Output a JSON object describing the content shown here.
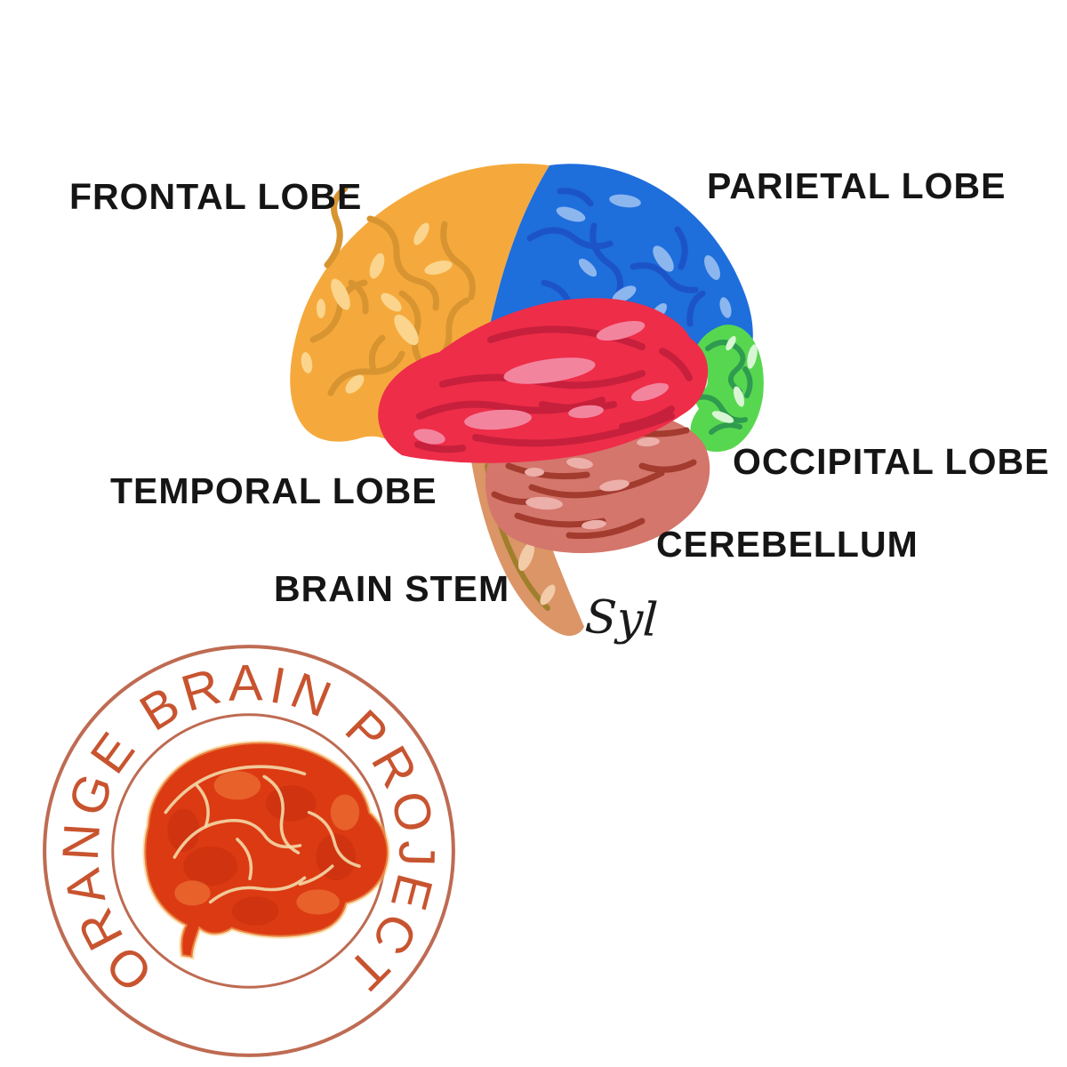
{
  "title": "Brain lobes diagram",
  "labels": {
    "frontal": "FRONTAL LOBE",
    "parietal": "PARIETAL LOBE",
    "temporal": "TEMPORAL LOBE",
    "occipital": "OCCIPITAL LOBE",
    "cerebellum": "CEREBELLUM",
    "brain_stem": "BRAIN STEM"
  },
  "signature": "Syl",
  "colors": {
    "label_text": "#151515",
    "frontal": "#F5A93C",
    "frontal_line": "#D89430",
    "frontal_light": "#FBD58D",
    "parietal": "#1E6EDC",
    "parietal_line": "#1C54C8",
    "parietal_light": "#8CB6EE",
    "temporal": "#EE2D49",
    "temporal_line": "#C7203C",
    "temporal_light": "#F3849E",
    "occipital": "#57D750",
    "occipital_line": "#2E9B4F",
    "occipital_light": "#D9F6D4",
    "cerebellum": "#D4766C",
    "cerebellum_line": "#A33B2F",
    "cerebellum_light": "#ECAFA9",
    "brain_stem": "#DB9566",
    "brain_stem_line": "#A07F2C",
    "brain_stem_light": "#F2CBA9"
  },
  "logo": {
    "ring_text": "ORANGE BRAIN PROJECT",
    "ring_color": "#BE6B52",
    "text_color": "#C8542F",
    "brain_fill": "#DC3A12",
    "brain_line": "#F3D9A9",
    "brain_dark": "#C52D0C",
    "brain_warm": "#F07B3C"
  }
}
